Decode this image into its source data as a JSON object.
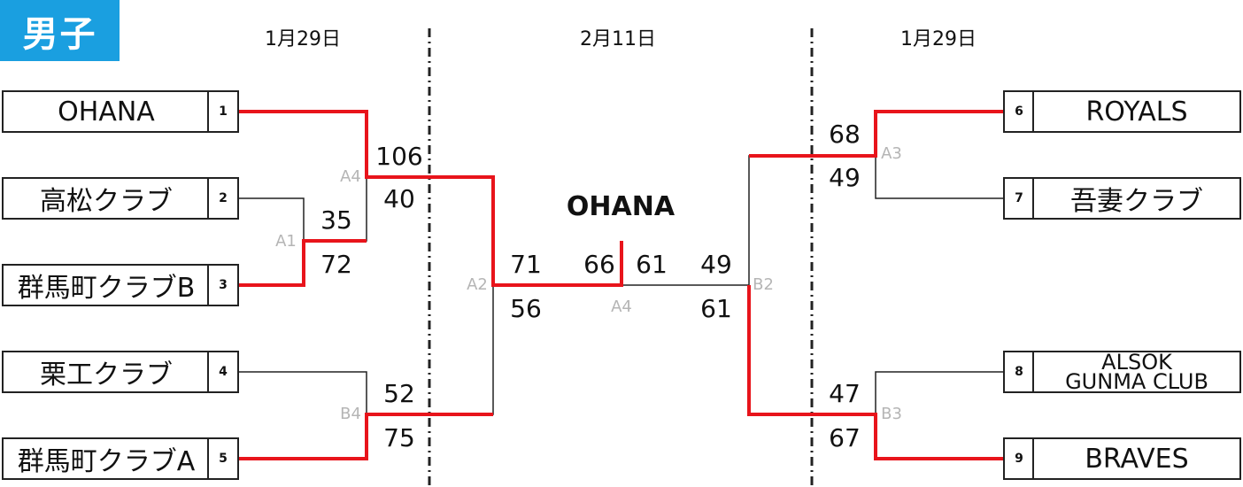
{
  "header": {
    "badge": "男子"
  },
  "dates": {
    "left": "1月29日",
    "center": "2月11日",
    "right": "1月29日"
  },
  "champion": "OHANA",
  "teams": [
    {
      "seed": "1",
      "name": "OHANA"
    },
    {
      "seed": "2",
      "name": "高松クラブ"
    },
    {
      "seed": "3",
      "name": "群馬町クラブB"
    },
    {
      "seed": "4",
      "name": "栗工クラブ"
    },
    {
      "seed": "5",
      "name": "群馬町クラブA"
    },
    {
      "seed": "6",
      "name": "ROYALS"
    },
    {
      "seed": "7",
      "name": "吾妻クラブ"
    },
    {
      "seed": "8",
      "name_line1": "ALSOK",
      "name_line2": "GUNMA CLUB"
    },
    {
      "seed": "9",
      "name": "BRAVES"
    }
  ],
  "matches": {
    "A1": {
      "label": "A1",
      "top_score": "35",
      "bottom_score": "72"
    },
    "A4_left": {
      "label": "A4",
      "top_score": "106",
      "bottom_score": "40"
    },
    "B4": {
      "label": "B4",
      "top_score": "52",
      "bottom_score": "75"
    },
    "A2": {
      "label": "A2",
      "top_score": "71",
      "bottom_score": "56"
    },
    "final": {
      "label": "A4",
      "left_score": "66",
      "right_score": "61"
    },
    "B2": {
      "label": "B2",
      "top_score": "49",
      "bottom_score": "61"
    },
    "A3": {
      "label": "A3",
      "top_score": "68",
      "bottom_score": "49"
    },
    "B3": {
      "label": "B3",
      "top_score": "47",
      "bottom_score": "67"
    }
  },
  "colors": {
    "winner_line": "#e8141b",
    "line": "#222222",
    "badge_bg": "#1a9fe0",
    "match_tag": "#b5b5b5"
  }
}
